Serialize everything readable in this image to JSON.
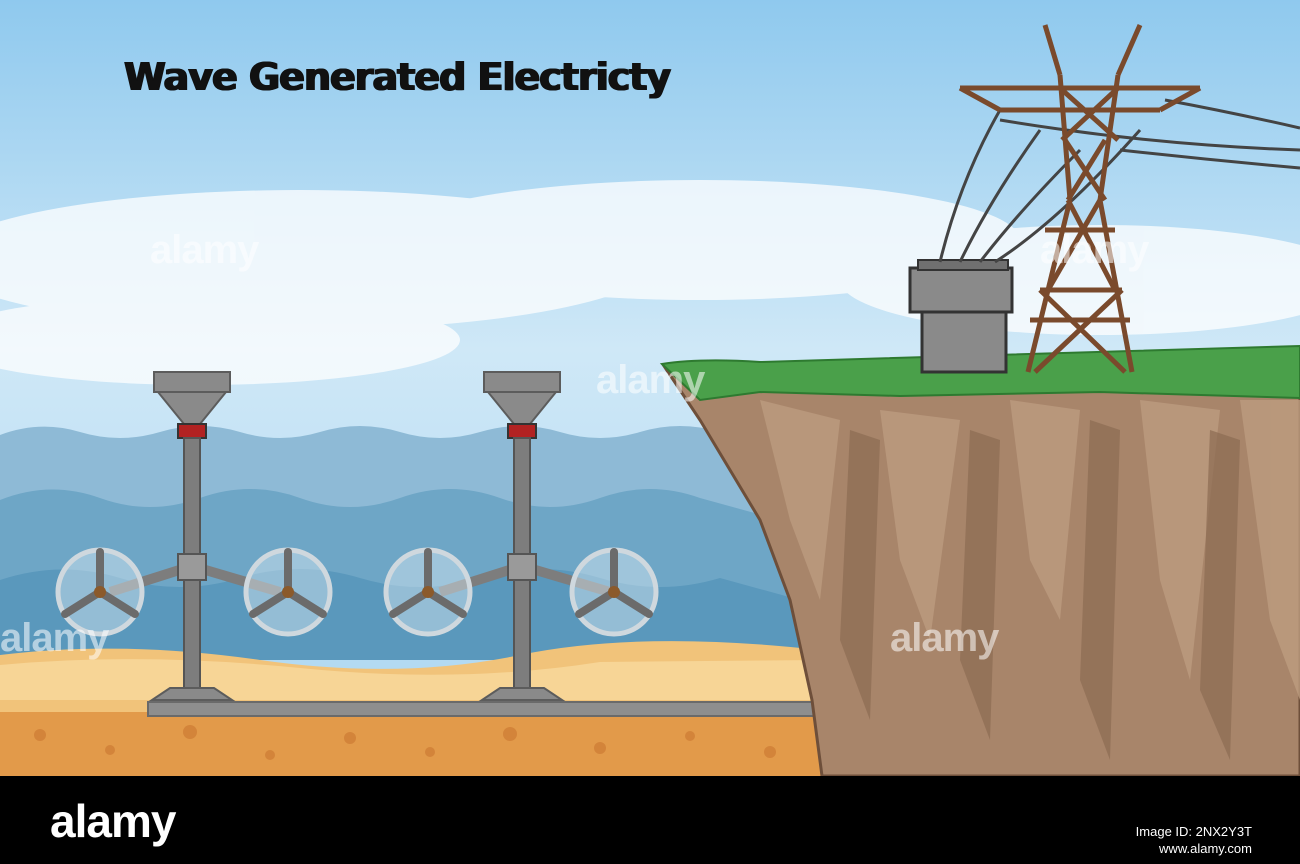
{
  "title": "Wave Generated Electricty",
  "watermark": "alamy",
  "footer": {
    "logo": "alamy",
    "image_id": "Image ID: 2NX2Y3T",
    "site": "www.alamy.com"
  },
  "colors": {
    "sky_top": "#8fc9ee",
    "sea": "#6aa4c4",
    "sand": "#f1c37a",
    "cliff": "#a8856a",
    "grass": "#4aa04a",
    "tower": "#7a4a2c",
    "turbine": "#7d7d7d",
    "bar": "#000000"
  }
}
